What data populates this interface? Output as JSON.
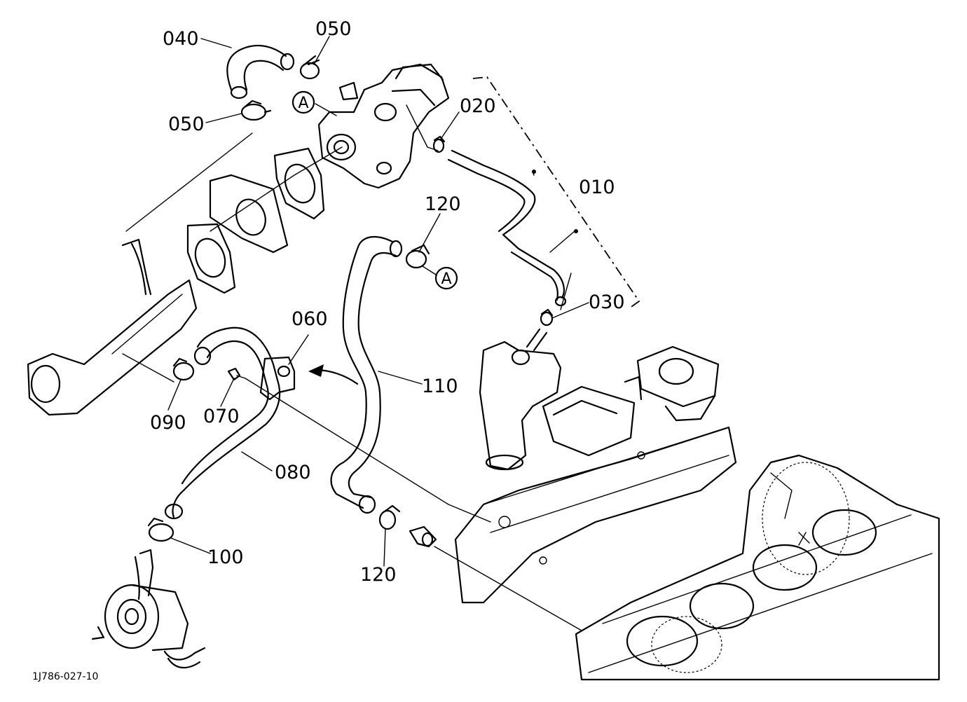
{
  "labels": {
    "p010": "010",
    "p020": "020",
    "p030": "030",
    "p040": "040",
    "p050a": "050",
    "p050b": "050",
    "p060": "060",
    "p070": "070",
    "p080": "080",
    "p090": "090",
    "p100": "100",
    "p110": "110",
    "p120a": "120",
    "p120b": "120",
    "markerA1": "A",
    "markerA2": "A"
  },
  "reference_code": "1J786-027-10"
}
